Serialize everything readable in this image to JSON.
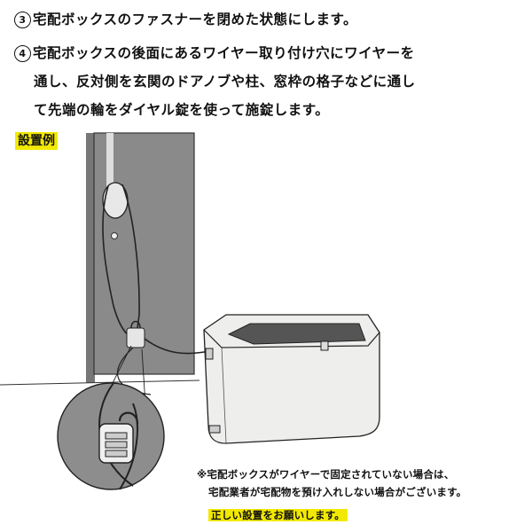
{
  "steps": [
    {
      "num": "3",
      "lines": [
        "宅配ボックスのファスナーを閉めた状態にします。"
      ]
    },
    {
      "num": "4",
      "lines": [
        "宅配ボックスの後面にあるワイヤー取り付け穴にワイヤーを",
        "通し、反対側を玄関のドアノブや柱、窓枠の格子などに通し",
        "て先端の輪をダイヤル錠を使って施錠します。"
      ]
    }
  ],
  "example_label": "設置例",
  "notes": [
    "※宅配ボックスがワイヤーで固定されていない場合は、",
    "宅配業者が宅配物を預け入れしない場合がございます。"
  ],
  "highlight_note": "正しい設置をお願いします。",
  "colors": {
    "highlight": "#f2e900",
    "door": "#8a8a8a",
    "ink": "#111111"
  }
}
